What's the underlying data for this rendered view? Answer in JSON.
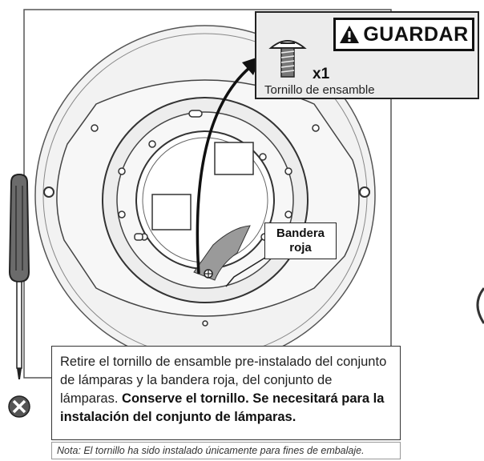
{
  "warning_badge": {
    "label": "GUARDAR",
    "icon": "warning-triangle-icon"
  },
  "screw": {
    "quantity": "x1",
    "caption": "Tornillo de ensamble",
    "icon": "screw-icon"
  },
  "flag_label": {
    "line1": "Bandera",
    "line2": "roja"
  },
  "instructions": {
    "part1": "Retire el tornillo de ensamble pre-instalado del conjunto de lámparas y la bandera roja, del conjunto de lámparas.",
    "part2": "Conserve el tornillo. Se necesitará para la instalación del conjunto de lámparas."
  },
  "note": "Nota: El tornillo ha sido instalado únicamente para fines de embalaje.",
  "icons": [
    "screwdriver-icon",
    "no-symbol-icon",
    "screw-icon",
    "warning-triangle-icon"
  ],
  "colors": {
    "flag": "#9a9a9a",
    "line": "#222222",
    "panel": "#ececec"
  }
}
